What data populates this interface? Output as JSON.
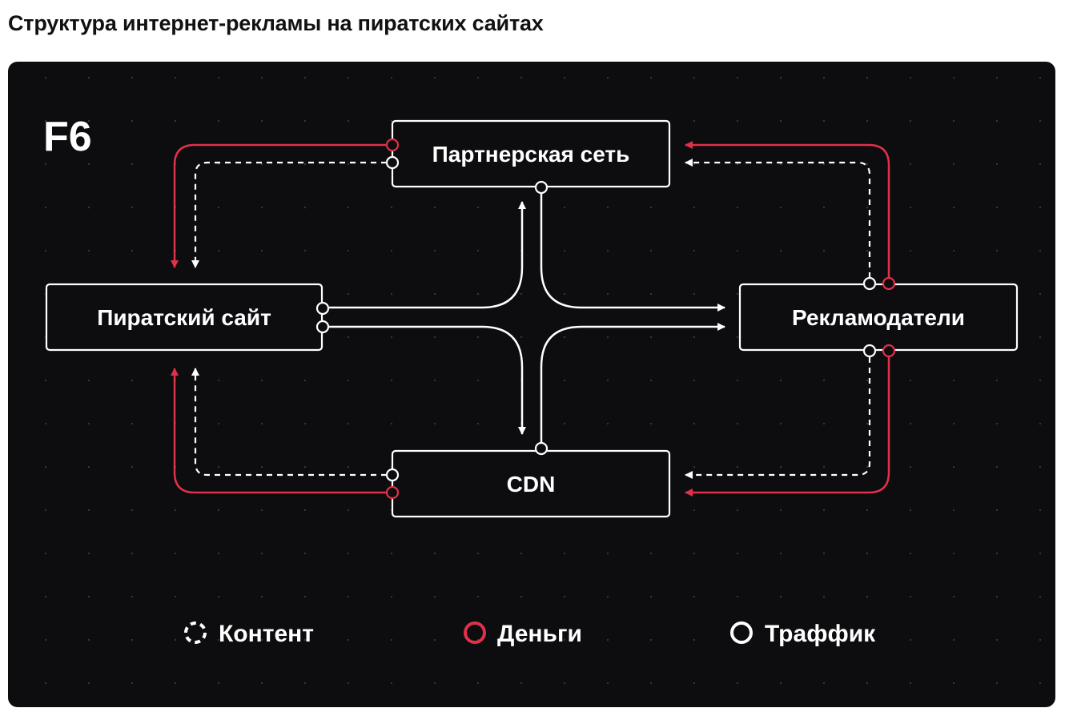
{
  "title": "Структура интернет-рекламы на пиратских сайтах",
  "logo": "F6",
  "colors": {
    "background": "#0d0c0e",
    "money": "#e0314b",
    "traffic": "#ffffff",
    "content": "#ffffff"
  },
  "nodes": {
    "partner_network": "Партнерская сеть",
    "pirate_site": "Пиратский сайт",
    "advertisers": "Рекламодатели",
    "cdn": "CDN"
  },
  "legend": {
    "content": "Контент",
    "money": "Деньги",
    "traffic": "Траффик"
  },
  "edges": [
    {
      "from": "Партнерская сеть",
      "to": "Пиратский сайт",
      "kind": "money"
    },
    {
      "from": "Партнерская сеть",
      "to": "Пиратский сайт",
      "kind": "content"
    },
    {
      "from": "CDN",
      "to": "Пиратский сайт",
      "kind": "money"
    },
    {
      "from": "CDN",
      "to": "Пиратский сайт",
      "kind": "content"
    },
    {
      "from": "Рекламодатели",
      "to": "Партнерская сеть",
      "kind": "money"
    },
    {
      "from": "Рекламодатели",
      "to": "Партнерская сеть",
      "kind": "content"
    },
    {
      "from": "Рекламодатели",
      "to": "CDN",
      "kind": "money"
    },
    {
      "from": "Рекламодатели",
      "to": "CDN",
      "kind": "content"
    },
    {
      "from": "Пиратский сайт",
      "to": "Партнерская сеть",
      "kind": "traffic"
    },
    {
      "from": "Пиратский сайт",
      "to": "CDN",
      "kind": "traffic"
    },
    {
      "from": "Партнерская сеть",
      "to": "Рекламодатели",
      "kind": "traffic"
    },
    {
      "from": "CDN",
      "to": "Рекламодатели",
      "kind": "traffic"
    }
  ]
}
